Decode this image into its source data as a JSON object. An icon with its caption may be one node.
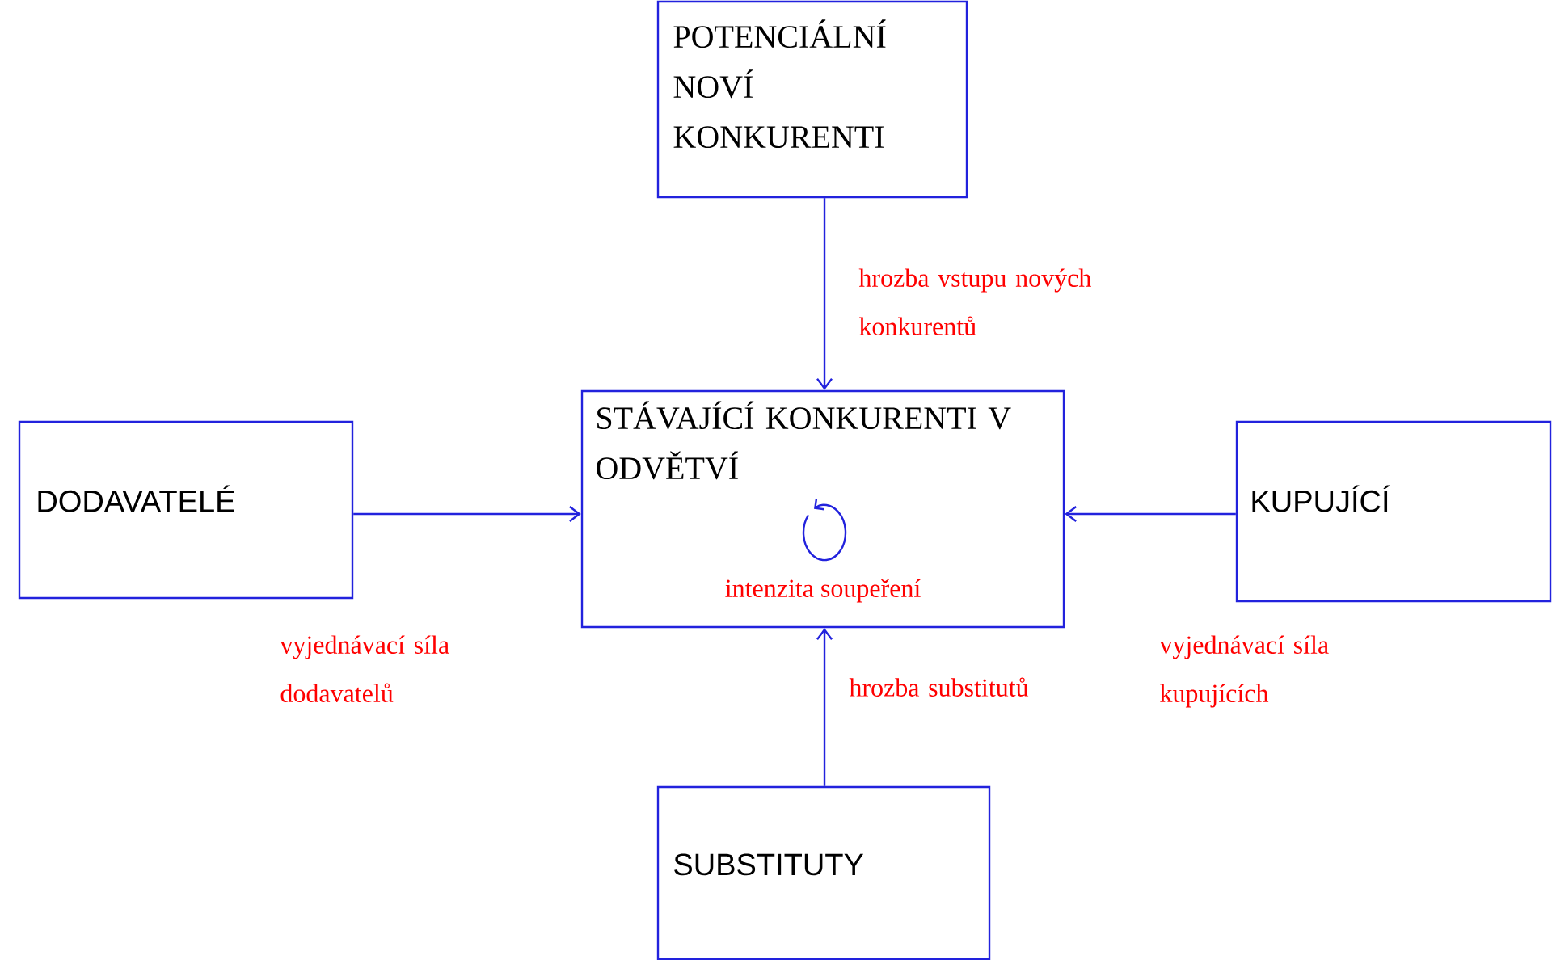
{
  "diagram": {
    "nodes": [
      {
        "text": [
          "POTENCIÁLNÍ NOVÍ KONKURENTI"
        ]
      },
      {
        "text": [
          "DODAVATELÉ"
        ]
      },
      {
        "text": [
          "STÁVAJÍCÍ KONKURENTI V ODVĚTVÍ",
          "intenzita soupeření"
        ]
      },
      {
        "text": [
          "KUPUJÍCÍ"
        ]
      },
      {
        "text": [
          "SUBSTITUTY"
        ]
      }
    ],
    "edges": [
      {
        "from": 0,
        "to": 2,
        "arrow": "to",
        "label": "hrozba vstupu nových konkurentů"
      },
      {
        "from": 1,
        "to": 2,
        "arrow": "to",
        "label": "vyjednávací síla dodavatelů"
      },
      {
        "from": 3,
        "to": 2,
        "arrow": "to",
        "label": "vyjednávací síla kupujících"
      },
      {
        "from": 4,
        "to": 2,
        "arrow": "to",
        "label": "hrozba substitutů"
      }
    ]
  }
}
